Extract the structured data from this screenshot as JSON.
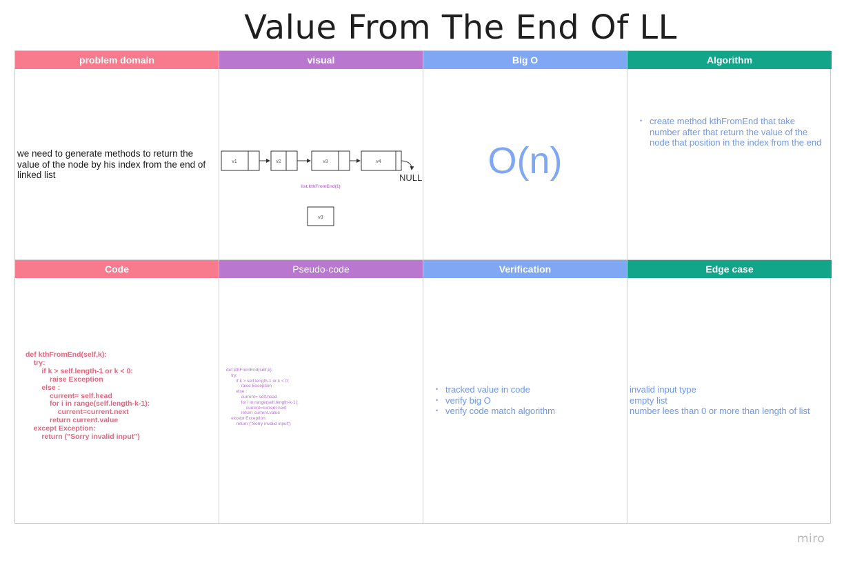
{
  "title": "Value From The End Of LL",
  "cells": {
    "problem_domain": {
      "header": "problem domain",
      "text": "we need to generate methods to return the value of the node by his index from the end of linked list"
    },
    "visual": {
      "header": "visual",
      "nodes": [
        "v1",
        "v2",
        "v3",
        "v4"
      ],
      "null_label": "NULL",
      "call_label": "list.kthFromEnd(1)",
      "result": "v3"
    },
    "big_o": {
      "header": "Big O",
      "value": "O(n)"
    },
    "algorithm": {
      "header": "Algorithm",
      "items": [
        "create method kthFromEnd that take number after that return the value of the node that position in the index from the end"
      ]
    },
    "code": {
      "header": "Code",
      "text": "def kthFromEnd(self,k):\n    try:\n        if k > self.length-1 or k < 0:\n            raise Exception\n        else :\n            current= self.head\n            for i in range(self.length-k-1):\n                current=current.next\n            return current.value\n    except Exception:\n        return (\"Sorry invalid input\")"
    },
    "pseudo_code": {
      "header": "Pseudo-code",
      "text": "def kthFromEnd(self,k):\n    try:\n        if k > self.length-1 or k < 0:\n            raise Exception\n        else :\n            current= self.head\n            for i in range(self.length-k-1):\n                current=current.next\n            return current.value\n    except Exception:\n        return (\"Sorry invalid input\")"
    },
    "verification": {
      "header": "Verification",
      "items": [
        "tracked value in code",
        "verify big O",
        "verify code match algorithm"
      ]
    },
    "edge_case": {
      "header": "Edge case",
      "lines": [
        "invalid input type",
        "empty list",
        "number lees than 0 or more than length of list"
      ]
    }
  },
  "colors": {
    "pink": "#f77b8c",
    "purple": "#b977cf",
    "blue": "#7fa7f4",
    "green": "#12a58a"
  },
  "watermark": "miro"
}
